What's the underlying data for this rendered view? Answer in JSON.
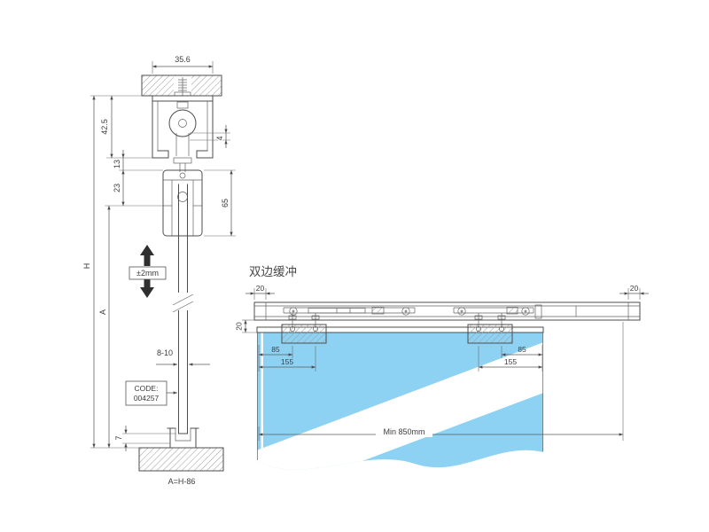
{
  "section_view": {
    "dims": {
      "track_width": "35.6",
      "track_height": "42.5",
      "gap_13": "13",
      "gap_23": "23",
      "plate_4": "4",
      "clamp_65": "65",
      "overall_h": "H",
      "door_a": "A",
      "adjust": "±2mm",
      "glass_thickness": "8-10",
      "floor_7": "7",
      "formula": "A=H-86"
    },
    "code": {
      "line1": "CODE:",
      "line2": "004257"
    }
  },
  "elevation_view": {
    "title": "双边缓冲",
    "dims": {
      "end_left_20": "20",
      "end_right_20": "20",
      "side_20": "20",
      "left_85": "85",
      "left_155": "155",
      "right_85": "85",
      "right_155": "155",
      "min_width": "Min 850mm"
    }
  },
  "colors": {
    "glass": "#8ed2f3",
    "line": "#4d4d4d"
  }
}
